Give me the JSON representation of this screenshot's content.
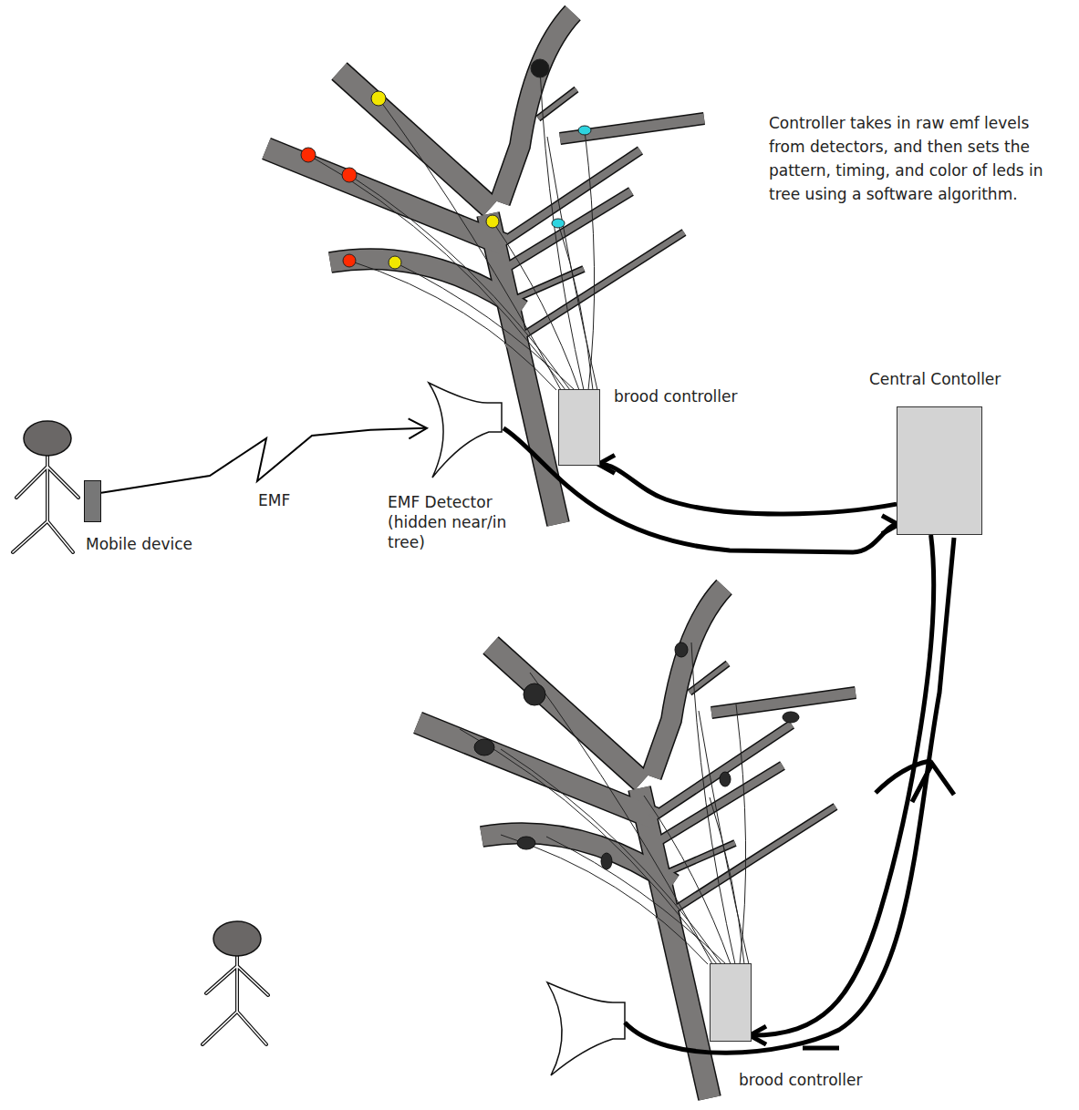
{
  "diagram": {
    "nodes": [
      {
        "text": [
          "Mobile device"
        ]
      },
      {
        "text": [
          "EMF Detector (hidden near/in tree)"
        ]
      },
      {
        "text": [
          "brood controller"
        ]
      },
      {
        "text": [
          "Central Contoller"
        ]
      },
      {
        "text": [
          "brood controller"
        ]
      }
    ],
    "edges": [
      {
        "from": 0,
        "to": 1,
        "label": "EMF",
        "arrow": "to"
      },
      {
        "from": 1,
        "to": 3,
        "arrow": "to"
      },
      {
        "from": 3,
        "to": 2,
        "arrow": "to"
      },
      {
        "from": 3,
        "to": 4,
        "arrow": "to"
      }
    ],
    "labels": [
      "Controller takes in raw emf levels from detectors, and then sets the pattern, timing, and color of leds in tree using a software algorithm."
    ]
  }
}
